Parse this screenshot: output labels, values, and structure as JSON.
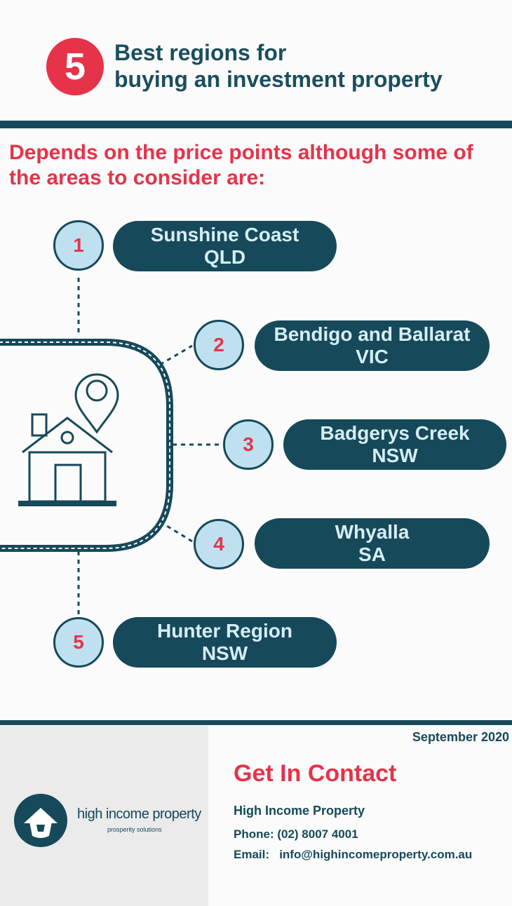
{
  "header": {
    "badge_number": "5",
    "title_line1": "Best regions for",
    "title_line2": "buying an investment property"
  },
  "subheading": "Depends on the price points although some of the areas to consider are:",
  "regions": [
    {
      "number": "1",
      "name": "Sunshine Coast",
      "state": "QLD"
    },
    {
      "number": "2",
      "name": "Bendigo and Ballarat",
      "state": "VIC"
    },
    {
      "number": "3",
      "name": "Badgerys Creek",
      "state": "NSW"
    },
    {
      "number": "4",
      "name": "Whyalla",
      "state": "SA"
    },
    {
      "number": "5",
      "name": "Hunter Region",
      "state": "NSW"
    }
  ],
  "icons": {
    "center": "house-with-location-pin-icon",
    "logo": "house-logo-icon"
  },
  "footer": {
    "logo_name": "high income property",
    "logo_tagline": "prosperity solutions",
    "date": "September 2020",
    "contact_title": "Get In Contact",
    "company": "High Income Property",
    "phone": "Phone: (02) 8007 4001",
    "email_label": "Email:",
    "email": "info@highincomeproperty.com.au"
  },
  "colors": {
    "accent_red": "#e63349",
    "dark_teal": "#16495a",
    "light_blue": "#bfe1ef"
  }
}
